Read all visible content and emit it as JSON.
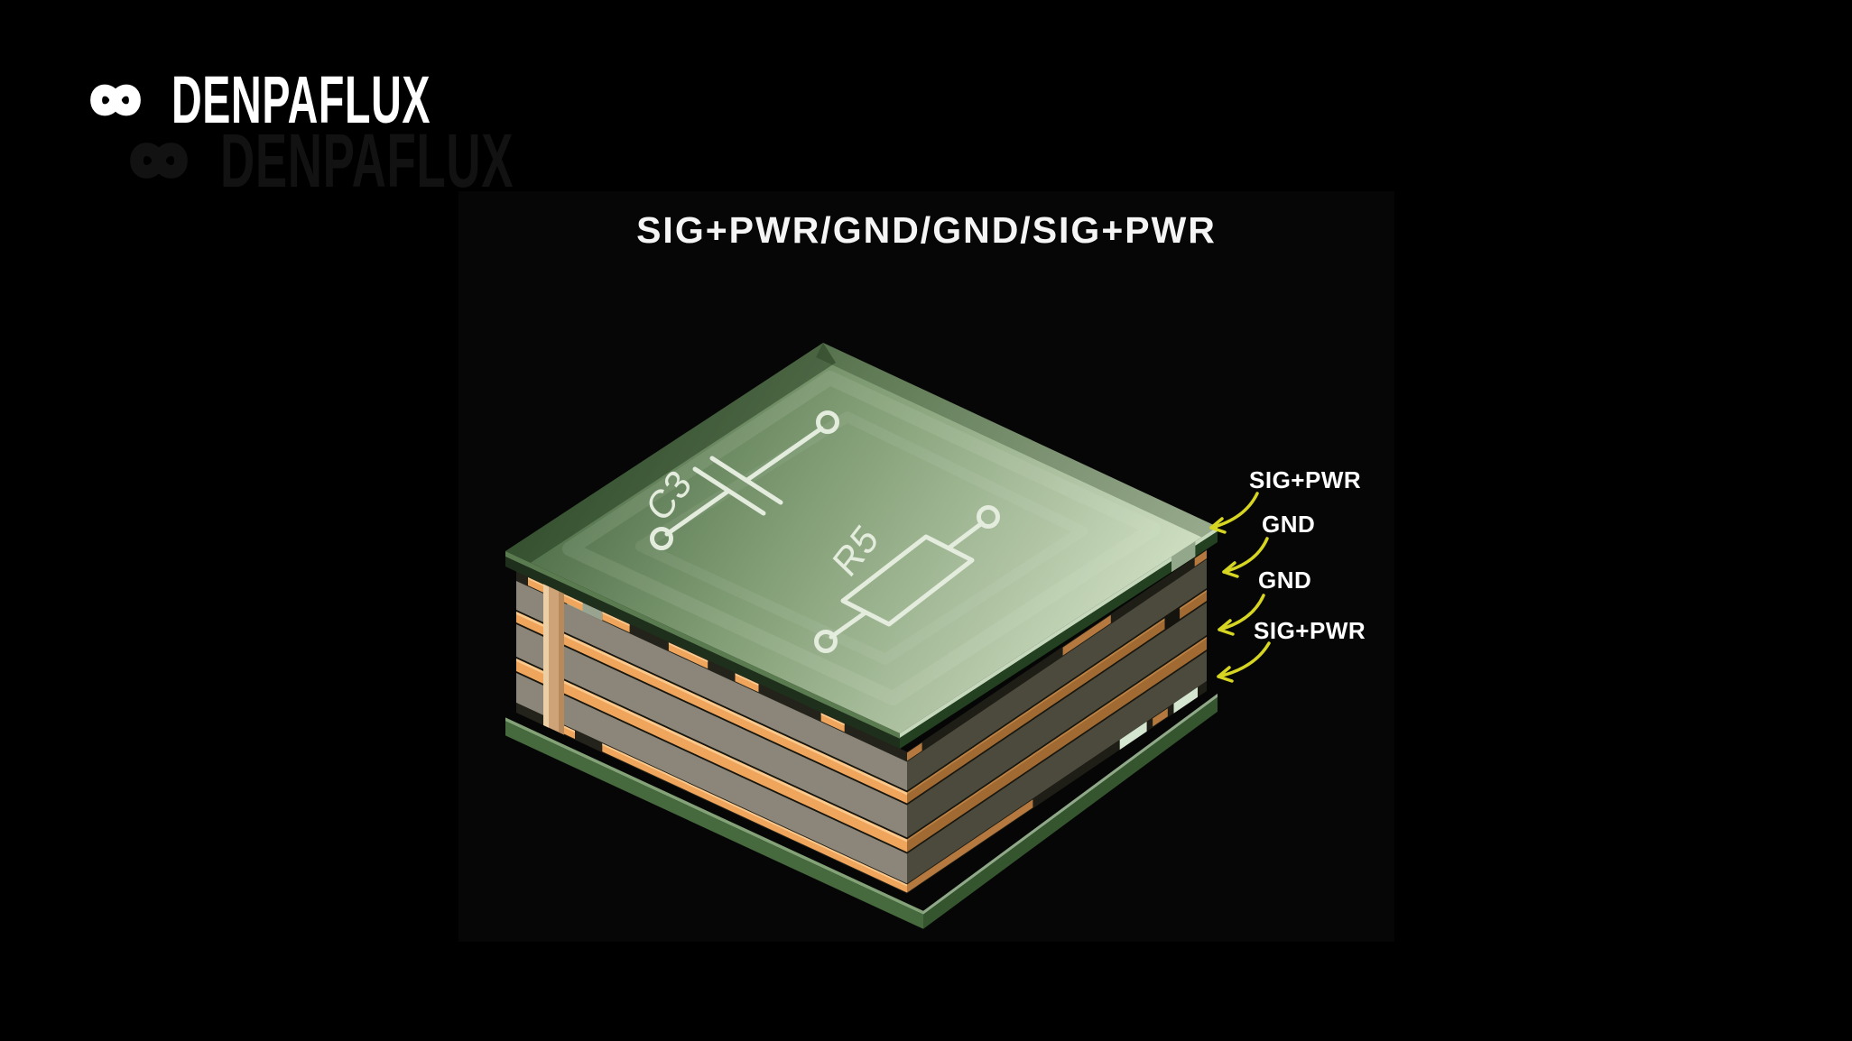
{
  "brand": {
    "logo_icon": "infinity-loop-icon",
    "logo_text": "DENPAFLUX"
  },
  "diagram": {
    "title": "SIG+PWR/GND/GND/SIG+PWR",
    "silkscreen": {
      "capacitor_ref": "C3",
      "resistor_ref": "R5"
    },
    "layer_labels": [
      "SIG+PWR",
      "GND",
      "GND",
      "SIG+PWR"
    ],
    "colors": {
      "background": "#000000",
      "frame": "#060606",
      "title_text": "#f5f5f5",
      "label_text": "#ffffff",
      "arrow": "#d6d522",
      "silkscreen": "#e3ecdd",
      "mask_top_dark": "#50704a",
      "mask_top_mid": "#84a078",
      "mask_top_light": "#cfe0c2",
      "mask_edge_dark": "#234120",
      "copper_lit": "#f0a55c",
      "copper_bevel": "#f9c98e",
      "copper_shade": "#a26a33",
      "copper_dash_shade": "#b5793f",
      "core_lit": "#8b8679",
      "core_shade": "#4c4a3d",
      "recess_shadow": "#24231b",
      "seam_dark": "#17160f",
      "via": "#cfa378",
      "pad_silver": "#98a48f",
      "pad_mint": "#d4e6cf",
      "bottom_mask_lit": "#46693e",
      "bottom_mask_shade": "#35552f"
    }
  }
}
